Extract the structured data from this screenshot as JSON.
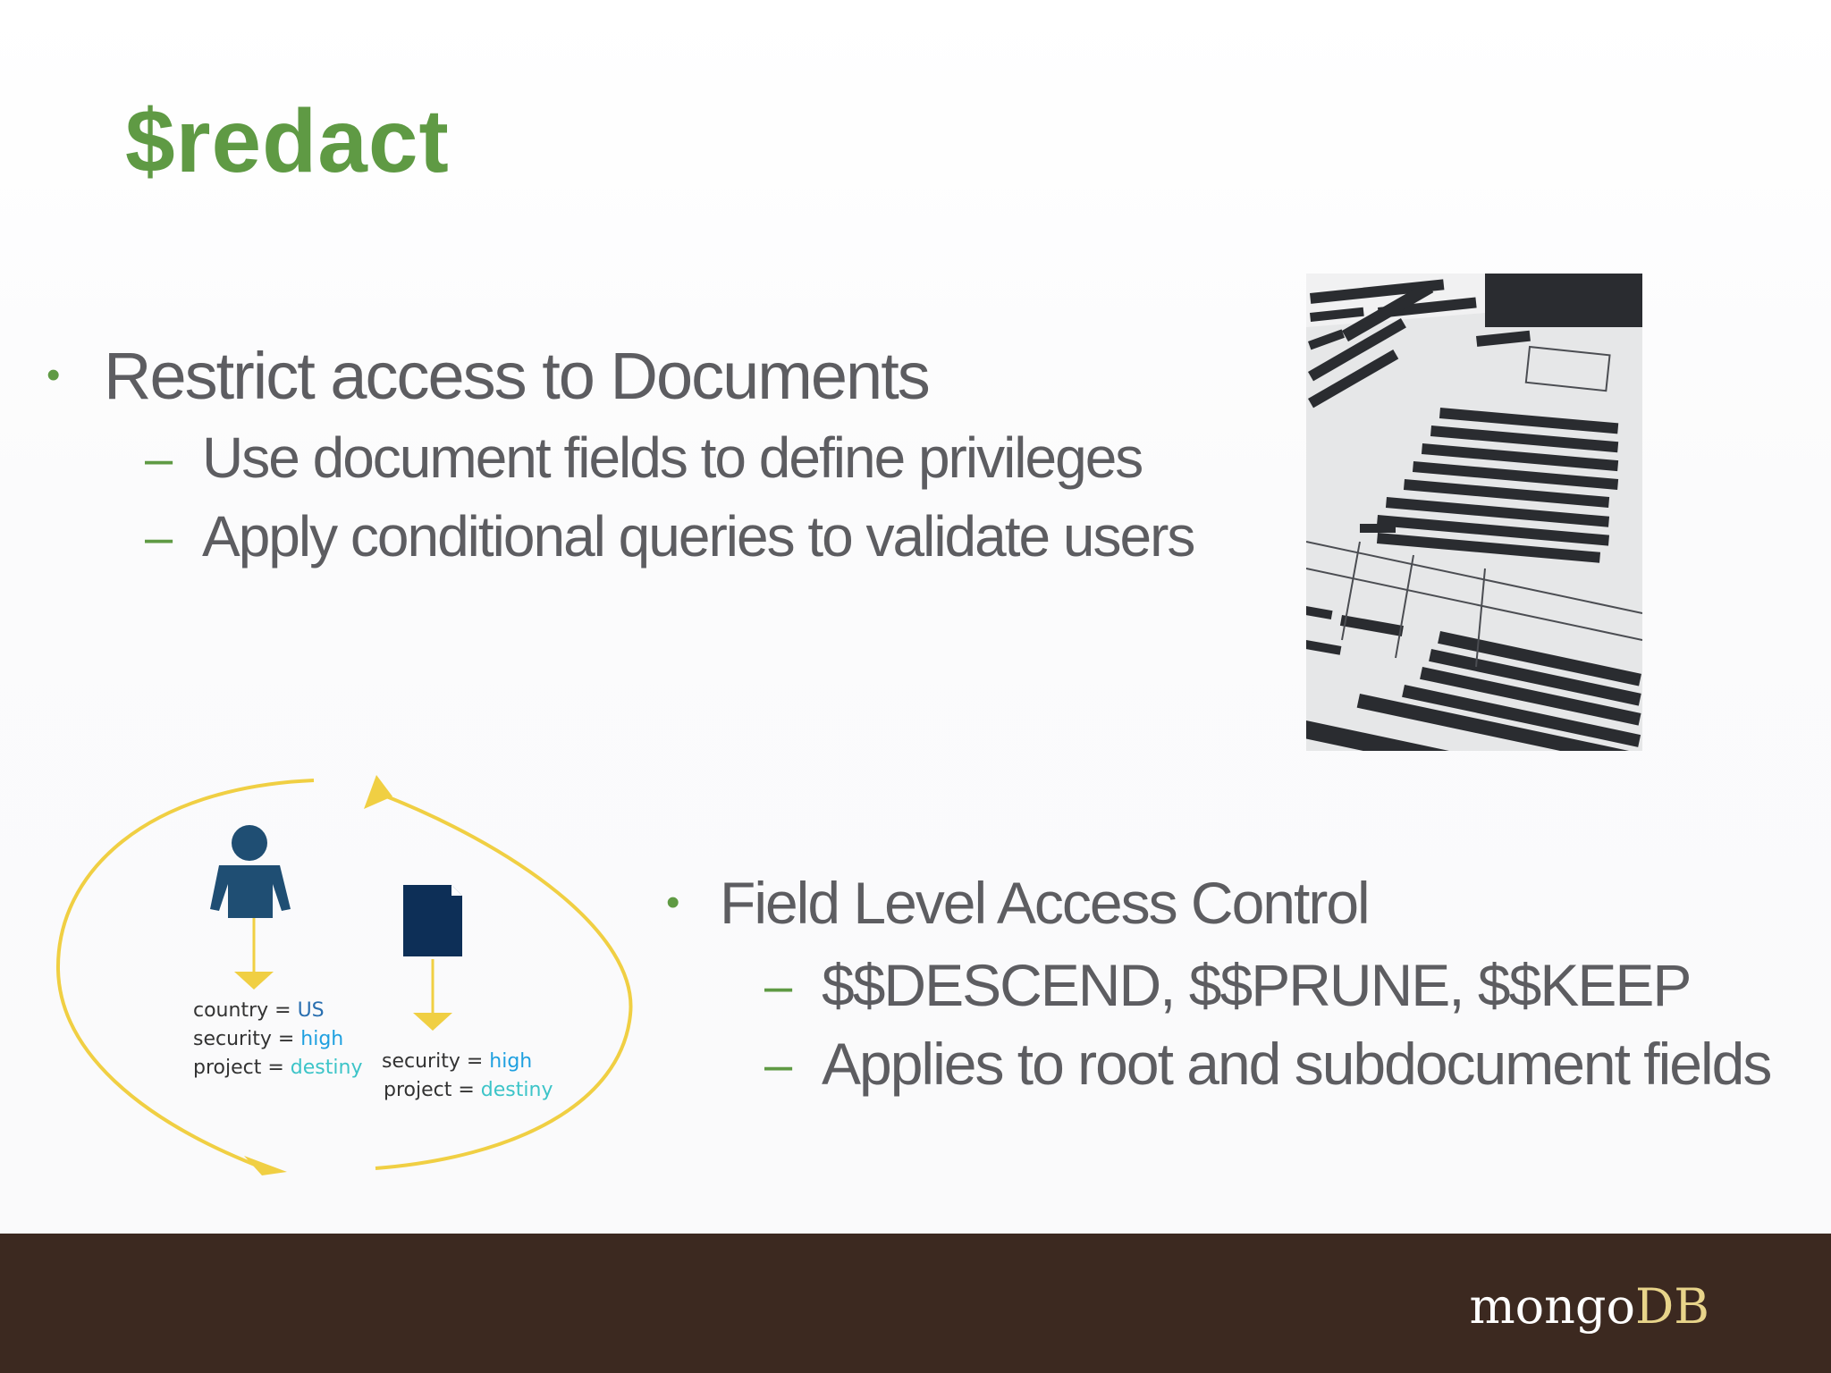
{
  "slide": {
    "title": "$redact",
    "section1": {
      "bullet": "Restrict access to Documents",
      "subs": [
        "Use document fields to define privileges",
        "Apply conditional queries to validate users"
      ]
    },
    "section2": {
      "bullet": "Field Level Access Control",
      "subs": [
        "$$DESCEND, $$PRUNE, $$KEEP",
        "Applies to root and subdocument fields"
      ]
    },
    "bullet_symbol": "•",
    "sub_symbol": "–"
  },
  "diagram": {
    "user_attrs": [
      {
        "key": "country",
        "eq": "=",
        "value": "US"
      },
      {
        "key": "security",
        "eq": "=",
        "value": "high"
      },
      {
        "key": "project",
        "eq": "=",
        "value": "destiny"
      }
    ],
    "doc_attrs": [
      {
        "key": "security",
        "eq": "=",
        "value": "high"
      },
      {
        "key": "project",
        "eq": "=",
        "value": "destiny"
      }
    ],
    "colors": {
      "arrow": "#f0cf43",
      "person": "#1f4e73",
      "document": "#0d2f57",
      "value_us": "#2a6fb0",
      "value_high": "#1fa0e0",
      "value_destiny": "#3cc4c8"
    }
  },
  "footer": {
    "logo_part1": "mongo",
    "logo_part2": "DB",
    "background": "#3c2920"
  },
  "accent": "#5f9a44"
}
